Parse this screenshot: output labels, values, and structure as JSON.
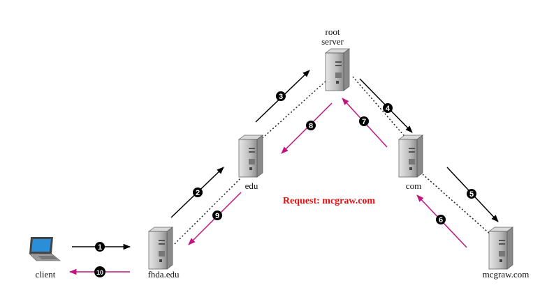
{
  "nodes": {
    "client": "client",
    "fhda": "fhda.edu",
    "edu": "edu",
    "root_line1": "root",
    "root_line2": "server",
    "com": "com",
    "mcgraw": "mcgraw.com"
  },
  "request_label": "Request: mcgraw.com",
  "steps": [
    "1",
    "2",
    "3",
    "4",
    "5",
    "6",
    "7",
    "8",
    "9",
    "10"
  ],
  "colors": {
    "request_arrow": "#000000",
    "response_arrow": "#c0147f",
    "request_text": "#e01010",
    "server_body": "#c8c8c8",
    "screen": "#2a8fd8"
  }
}
